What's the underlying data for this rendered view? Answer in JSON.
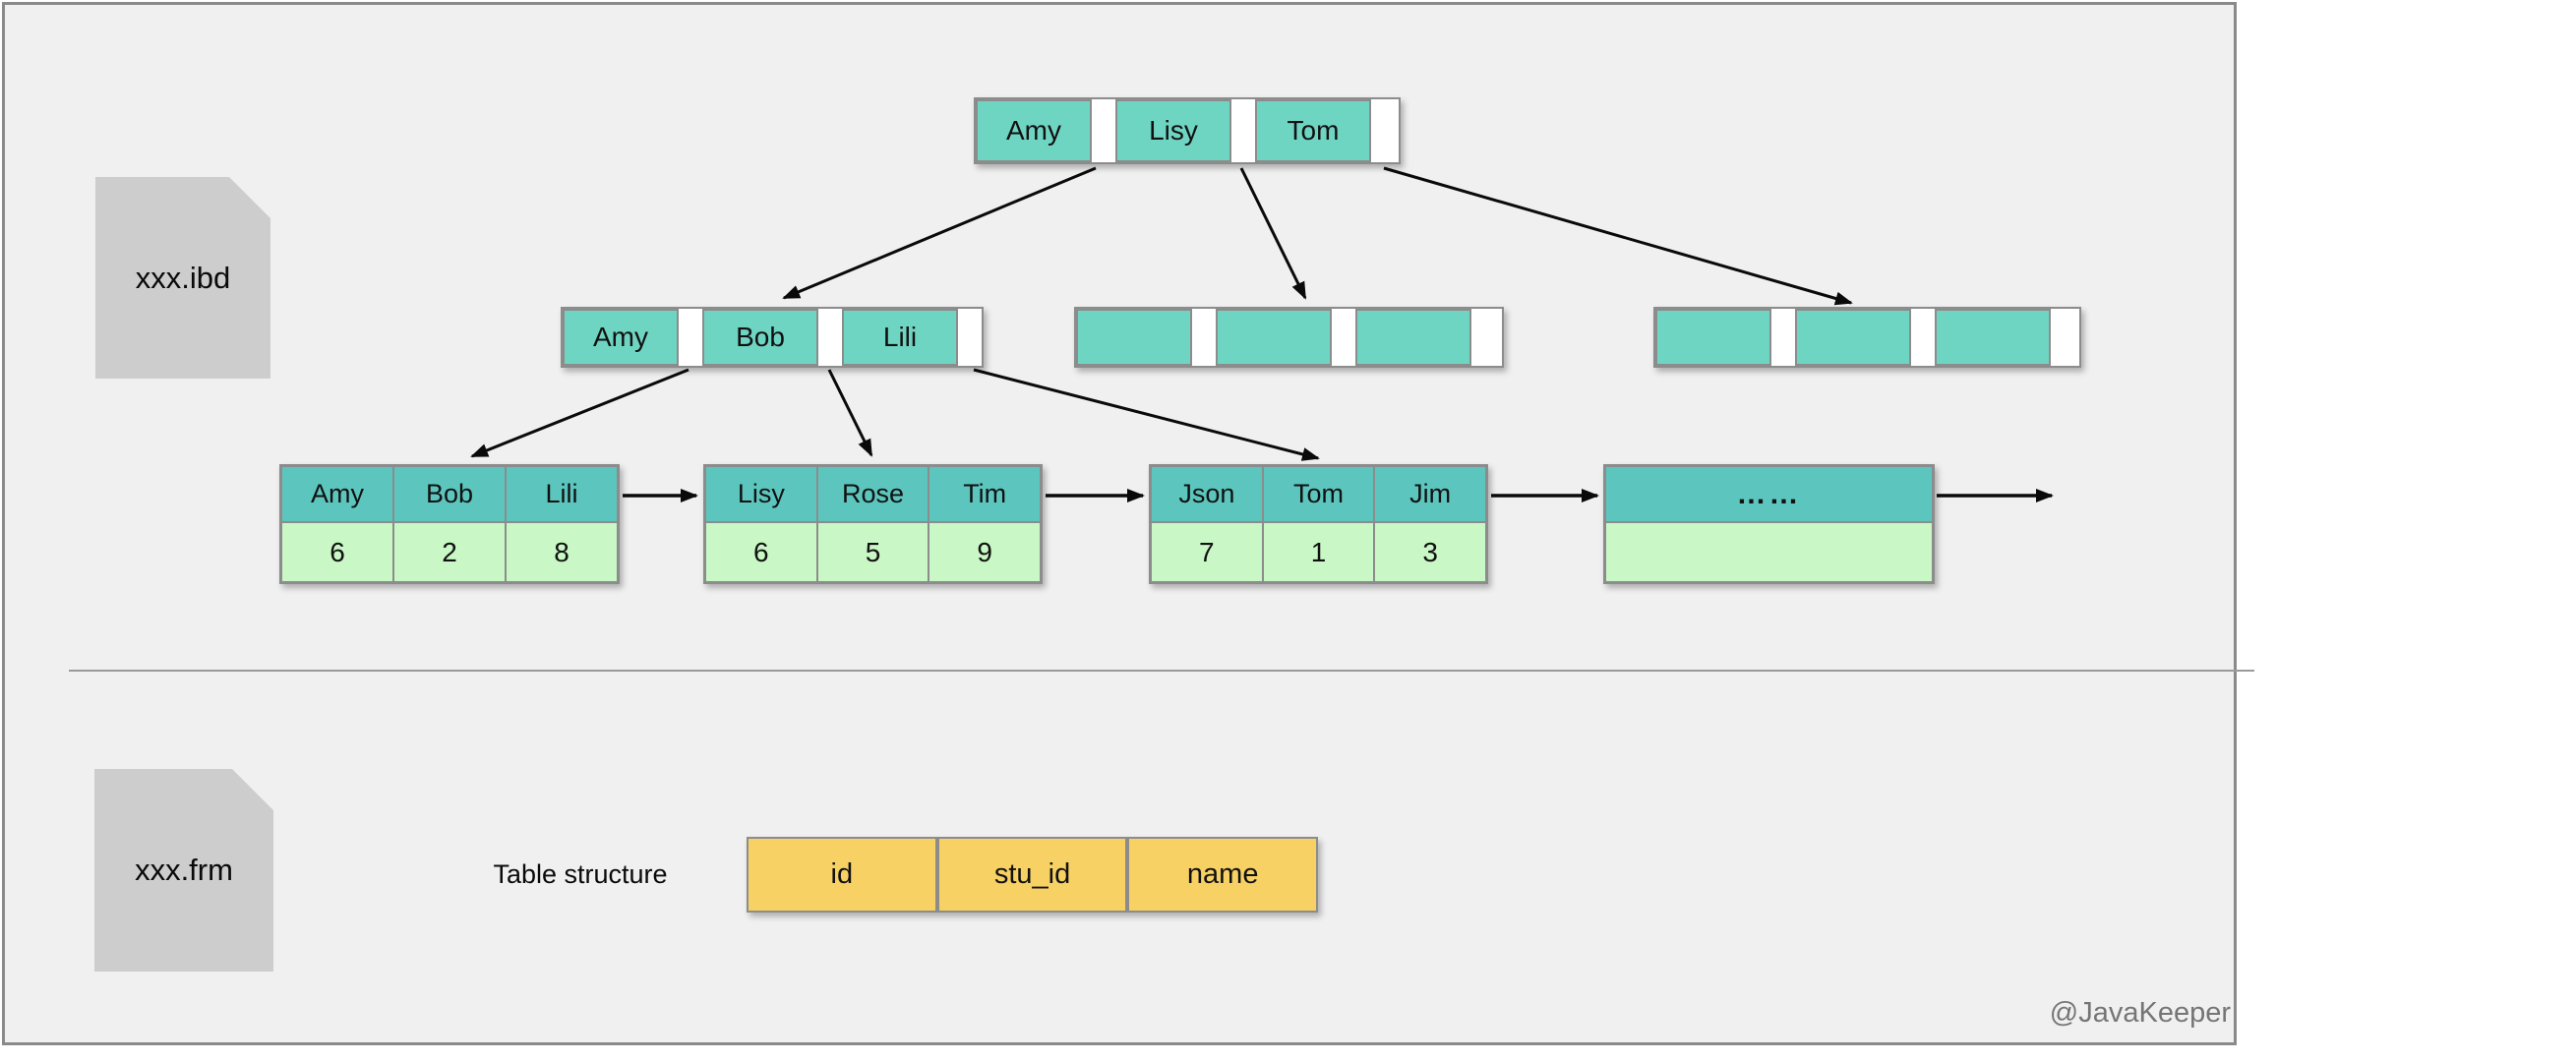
{
  "sections": {
    "index_file": {
      "file_label": "xxx.ibd"
    },
    "table_file": {
      "file_label": "xxx.frm",
      "table_structure_label": "Table structure",
      "table_columns": [
        "id",
        "stu_id",
        "name"
      ]
    }
  },
  "btree": {
    "root": {
      "keys": [
        "Amy",
        "Lisy",
        "Tom"
      ]
    },
    "internal_nodes": [
      {
        "keys": [
          "Amy",
          "Bob",
          "Lili"
        ]
      },
      {
        "keys": [
          "",
          "",
          ""
        ]
      },
      {
        "keys": [
          "",
          "",
          ""
        ]
      }
    ],
    "leaf_nodes": [
      {
        "keys": [
          "Amy",
          "Bob",
          "Lili"
        ],
        "values": [
          "6",
          "2",
          "8"
        ]
      },
      {
        "keys": [
          "Lisy",
          "Rose",
          "Tim"
        ],
        "values": [
          "6",
          "5",
          "9"
        ]
      },
      {
        "keys": [
          "Json",
          "Tom",
          "Jim"
        ],
        "values": [
          "7",
          "1",
          "3"
        ]
      },
      {
        "keys": [
          "……"
        ],
        "values": [
          ""
        ]
      }
    ]
  },
  "watermark": "@JavaKeeper",
  "colors": {
    "panel_bg": "#F0F0F1",
    "panel_border": "#8A8A8A",
    "internal_key_cell": "#6FD5C3",
    "leaf_key_cell": "#5CC6BE",
    "leaf_value_cell": "#C9F7C5",
    "table_cell_yellow": "#F7D163",
    "file_icon_gray": "#CDCDCD",
    "cell_border": "#8C8C8C",
    "arrow": "#111111",
    "watermark_gray": "#757575"
  }
}
